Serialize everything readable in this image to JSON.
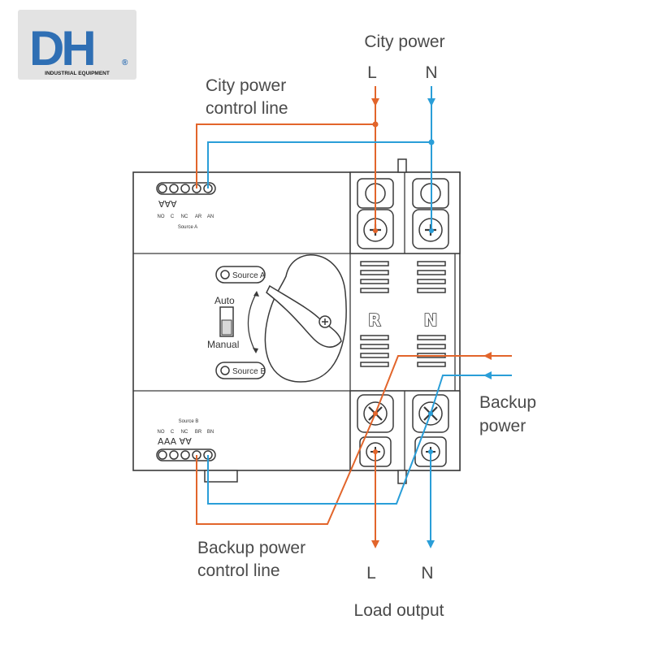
{
  "logo": {
    "letters": "DH",
    "subtitle": "INDUSTRIAL EQUIPMENT",
    "registered": "®"
  },
  "labels": {
    "city_power": "City power",
    "city_L": "L",
    "city_N": "N",
    "city_control_1": "City power",
    "city_control_2": "control line",
    "backup_power_1": "Backup",
    "backup_power_2": "power",
    "backup_control_1": "Backup power",
    "backup_control_2": "control line",
    "load_L": "L",
    "load_N": "N",
    "load_output": "Load output"
  },
  "device": {
    "source_a_terms": [
      "NO",
      "C",
      "NC",
      "AR",
      "AN"
    ],
    "source_a_label": "Source A",
    "source_b_terms": [
      "NO",
      "C",
      "NC",
      "BR",
      "BN"
    ],
    "source_b_label": "Source B",
    "contact_marks_top": "∀∀∀",
    "contact_marks_bottom": "AAA ∀∀",
    "button_source_a": "Source A",
    "button_source_b": "Source B",
    "auto": "Auto",
    "manual": "Manual",
    "letter_R": "R",
    "letter_N": "N"
  },
  "colors": {
    "live_wire": "#e2652b",
    "neutral_wire": "#2a9ed8",
    "logo_blue": "#2f6fb4"
  }
}
